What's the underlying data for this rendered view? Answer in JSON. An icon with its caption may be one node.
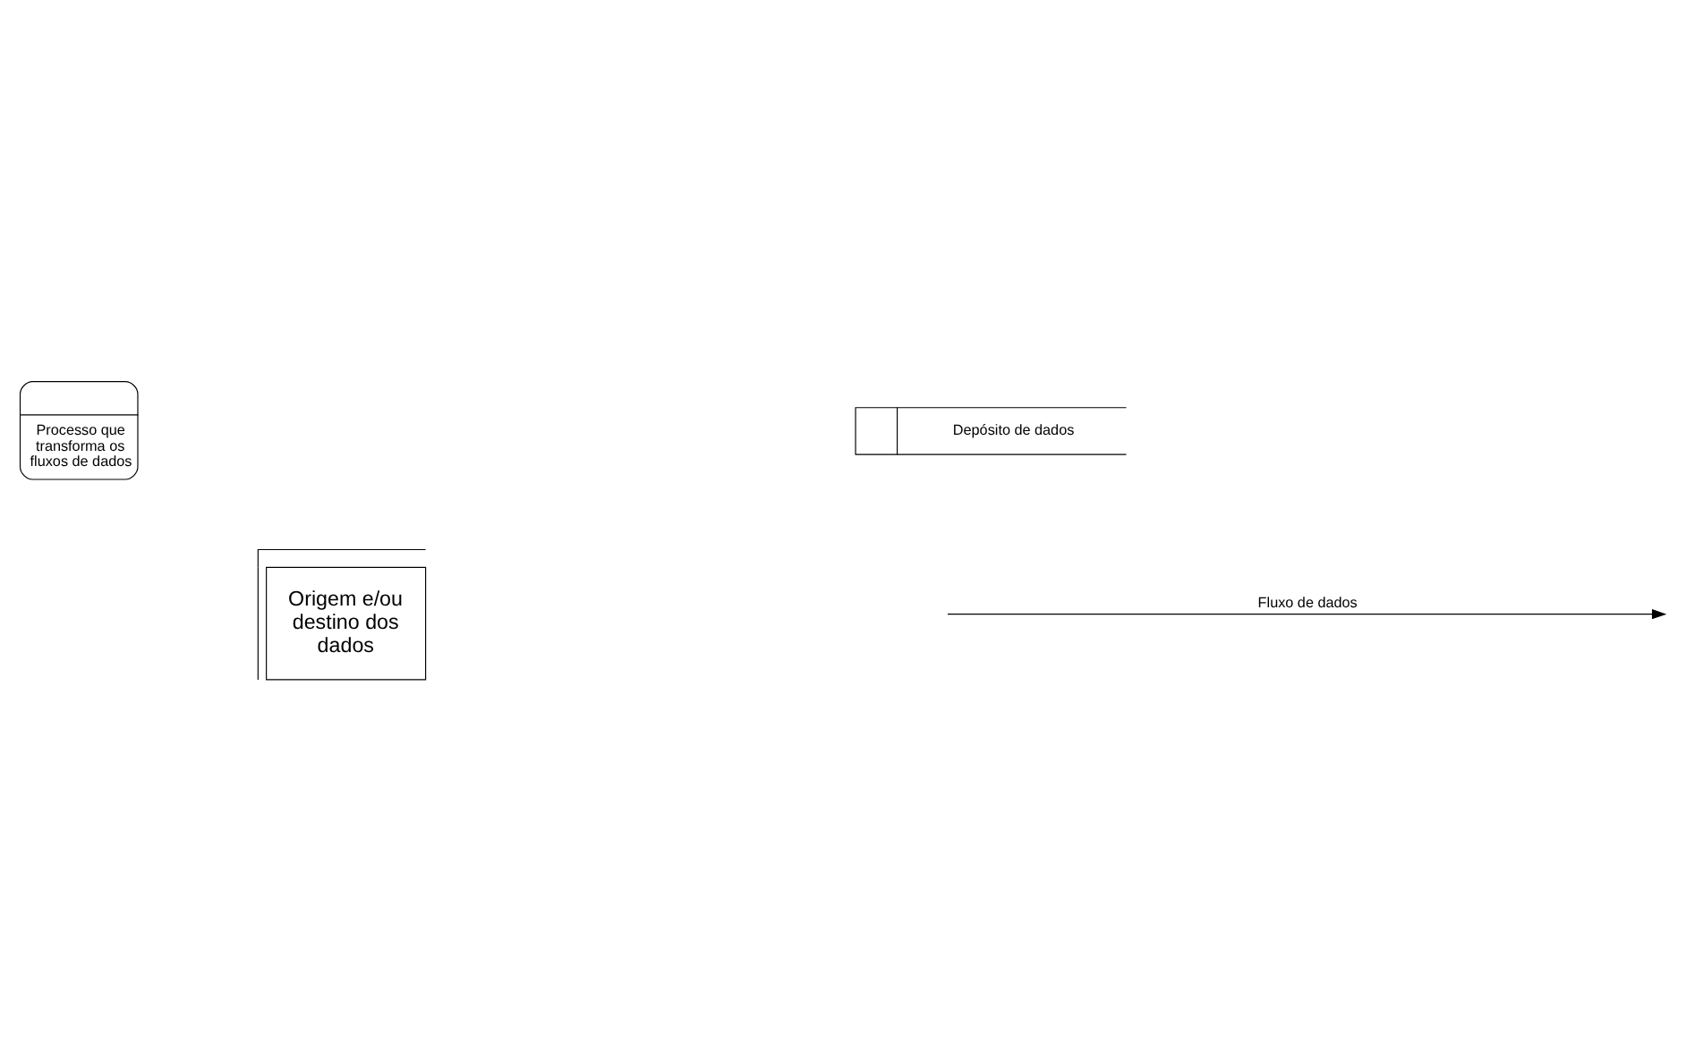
{
  "diagram": {
    "nodes": [
      {
        "text": [
          "Processo que transforma os fluxos de dados"
        ]
      },
      {
        "text": [
          "Depósito de dados"
        ]
      },
      {
        "text": [
          "Origem e/ou destino dos dados"
        ]
      }
    ],
    "legend": [
      {
        "text": "Fluxo de dados"
      }
    ]
  }
}
